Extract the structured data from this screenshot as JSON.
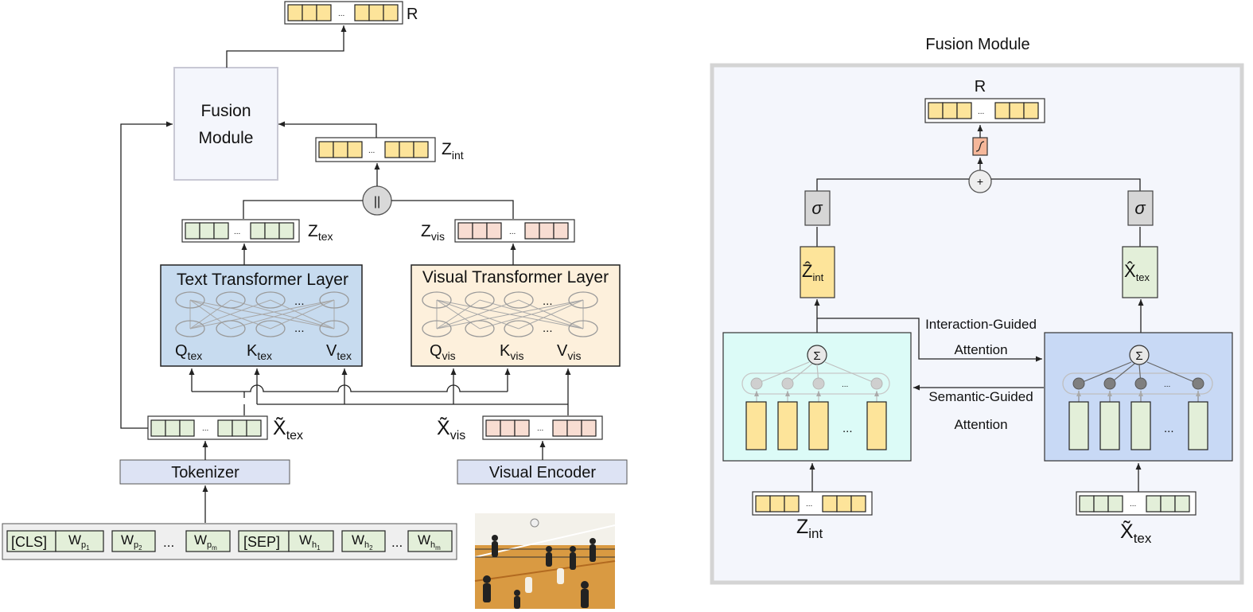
{
  "left": {
    "output_label": "R",
    "fusion_box": {
      "line1": "Fusion",
      "line2": "Module"
    },
    "z_int": "Z",
    "z_int_sub": "int",
    "concat_symbol": "||",
    "z_tex": "Z",
    "z_tex_sub": "tex",
    "z_vis": "Z",
    "z_vis_sub": "vis",
    "text_layer_title": "Text Transformer Layer",
    "visual_layer_title": "Visual Transformer Layer",
    "ellipsis": "...",
    "q_tex": "Q",
    "q_tex_sub": "tex",
    "k_tex": "K",
    "k_tex_sub": "tex",
    "v_tex": "V",
    "v_tex_sub": "tex",
    "q_vis": "Q",
    "q_vis_sub": "vis",
    "k_vis": "K",
    "k_vis_sub": "vis",
    "v_vis": "V",
    "v_vis_sub": "vis",
    "x_tex": "X̃",
    "x_tex_sub": "tex",
    "x_vis": "X̃",
    "x_vis_sub": "vis",
    "tokenizer": "Tokenizer",
    "visual_encoder": "Visual Encoder",
    "tokens": {
      "cls": "[CLS]",
      "sep": "[SEP]",
      "w": "W",
      "p1": "p",
      "p1_sub": "1",
      "p2": "p",
      "p2_sub": "2",
      "pm": "p",
      "pm_sub": "m",
      "h1": "h",
      "h1_sub": "1",
      "h2": "h",
      "h2_sub": "2",
      "hm": "h",
      "hm_sub": "m",
      "dots": "..."
    }
  },
  "right": {
    "title": "Fusion Module",
    "output_label": "R",
    "plus": "+",
    "sigma": "σ",
    "z_hat": "Ẑ",
    "z_hat_sub": "int",
    "x_hat": "X̂",
    "x_hat_sub": "tex",
    "interaction_line1": "Interaction-Guided",
    "interaction_line2": "Attention",
    "semantic_line1": "Semantic-Guided",
    "semantic_line2": "Attention",
    "sum_symbol": "Σ",
    "dots": "...",
    "z_int": "Z",
    "z_int_sub": "int",
    "x_tex": "X̃",
    "x_tex_sub": "tex"
  },
  "colors": {
    "yellow": "#fde49a",
    "green": "#e3efd9",
    "pink": "#f8ddd2",
    "text_layer": "#c7dbef",
    "visual_layer": "#fdf0dc",
    "tokenizer": "#dde3f4",
    "fusion_panel": "#f4f6fc",
    "left_attn": "#dcfbf7",
    "right_attn": "#c8d9f5"
  }
}
